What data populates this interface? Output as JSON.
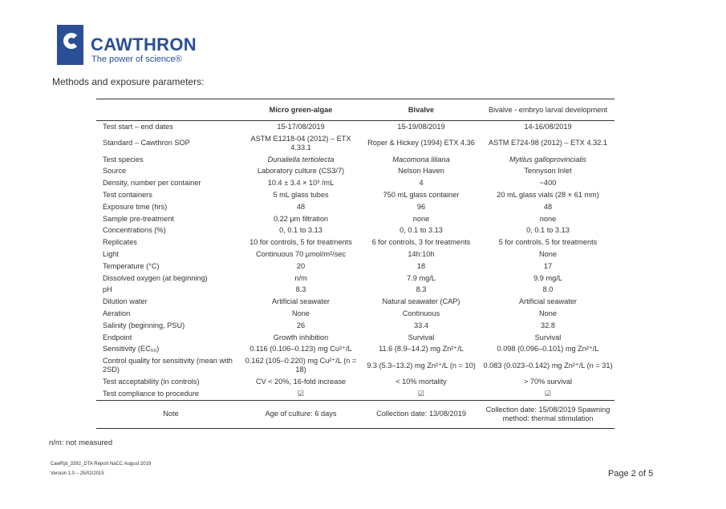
{
  "logo": {
    "brand": "CAWTHRON",
    "tagline": "The power of science®"
  },
  "heading": "Methods and exposure parameters:",
  "table": {
    "headers": [
      "",
      "Micro green-algae",
      "Bivalve",
      "Bivalve - embryo larval development"
    ],
    "rows": [
      [
        "Test start – end dates",
        "15-17/08/2019",
        "15-19/08/2019",
        "14-16/08/2019"
      ],
      [
        "Standard – Cawthron SOP",
        "ASTM E1218-04 (2012) – ETX 4.33.1",
        "Roper & Hickey (1994) ETX 4.36",
        "ASTM E724-98 (2012) – ETX 4.32.1"
      ],
      [
        "Test species",
        "Dunaliella tertiolecta",
        "Macomona liliana",
        "Mytilus galloprovincialis"
      ],
      [
        "Source",
        "Laboratory culture (CS3/7)",
        "Nelson Haven",
        "Tennyson Inlet"
      ],
      [
        "Density, number per container",
        "10.4 ± 3.4 × 10³ /mL",
        "4",
        "~400"
      ],
      [
        "Test containers",
        "5 mL glass tubes",
        "750 mL glass container",
        "20 mL glass vials (28 × 61 mm)"
      ],
      [
        "Exposure time (hrs)",
        "48",
        "96",
        "48"
      ],
      [
        "Sample pre-treatment",
        "0.22 µm filtration",
        "none",
        "none"
      ],
      [
        "Concentrations (%)",
        "0, 0.1 to 3.13",
        "0, 0.1 to 3.13",
        "0, 0.1 to 3.13"
      ],
      [
        "Replicates",
        "10 for controls, 5 for treatments",
        "6 for controls, 3 for treatments",
        "5 for controls, 5 for treatments"
      ],
      [
        "Light",
        "Continuous 70 µmol/m²/sec",
        "14h:10h",
        "None"
      ],
      [
        "Temperature (°C)",
        "20",
        "18",
        "17"
      ],
      [
        "Dissolved oxygen (at beginning)",
        "n/m",
        "7.9 mg/L",
        "9.9 mg/L"
      ],
      [
        "pH",
        "8.3",
        "8.3",
        "8.0"
      ],
      [
        "Dilution water",
        "Artificial seawater",
        "Natural seawater (CAP)",
        "Artificial seawater"
      ],
      [
        "Aeration",
        "None",
        "Continuous",
        "None"
      ],
      [
        "Salinity (beginning, PSU)",
        "26",
        "33.4",
        "32.8"
      ],
      [
        "Endpoint",
        "Growth inhibition",
        "Survival",
        "Survival"
      ],
      [
        "Sensitivity (EC₅₀)",
        "0.116 (0.106–0.123) mg Cu²⁺/L",
        "11.6 (8.9–14.2) mg Zn²⁺/L",
        "0.098 (0.096–0.101) mg Zn²⁺/L"
      ],
      [
        "Control quality for sensitivity (mean with 2SD)",
        "0.162 (105–0.220) mg Cu²⁺/L (n = 18)",
        "9.3 (5.3–13.2) mg Zn²⁺/L (n = 10)",
        "0.083 (0.023–0.142) mg Zn²⁺/L (n = 31)"
      ],
      [
        "Test acceptability (in controls)",
        "CV < 20%, 16-fold increase",
        "< 10% mortality",
        "> 70% survival"
      ],
      [
        "Test compliance to procedure",
        "☑",
        "☑",
        "☑"
      ],
      [
        "Note",
        "Age of culture: 6 days",
        "Collection date: 13/08/2019",
        "Collection date: 15/08/2019 Spawning method: thermal stimulation"
      ]
    ]
  },
  "footnote": "n/m: not measured",
  "footer": {
    "report": "CawRpt_3392_DTA Report NaCC August 2019",
    "version": "Version 1.0 – 25/02/2015",
    "page": "Page 2 of 5"
  }
}
